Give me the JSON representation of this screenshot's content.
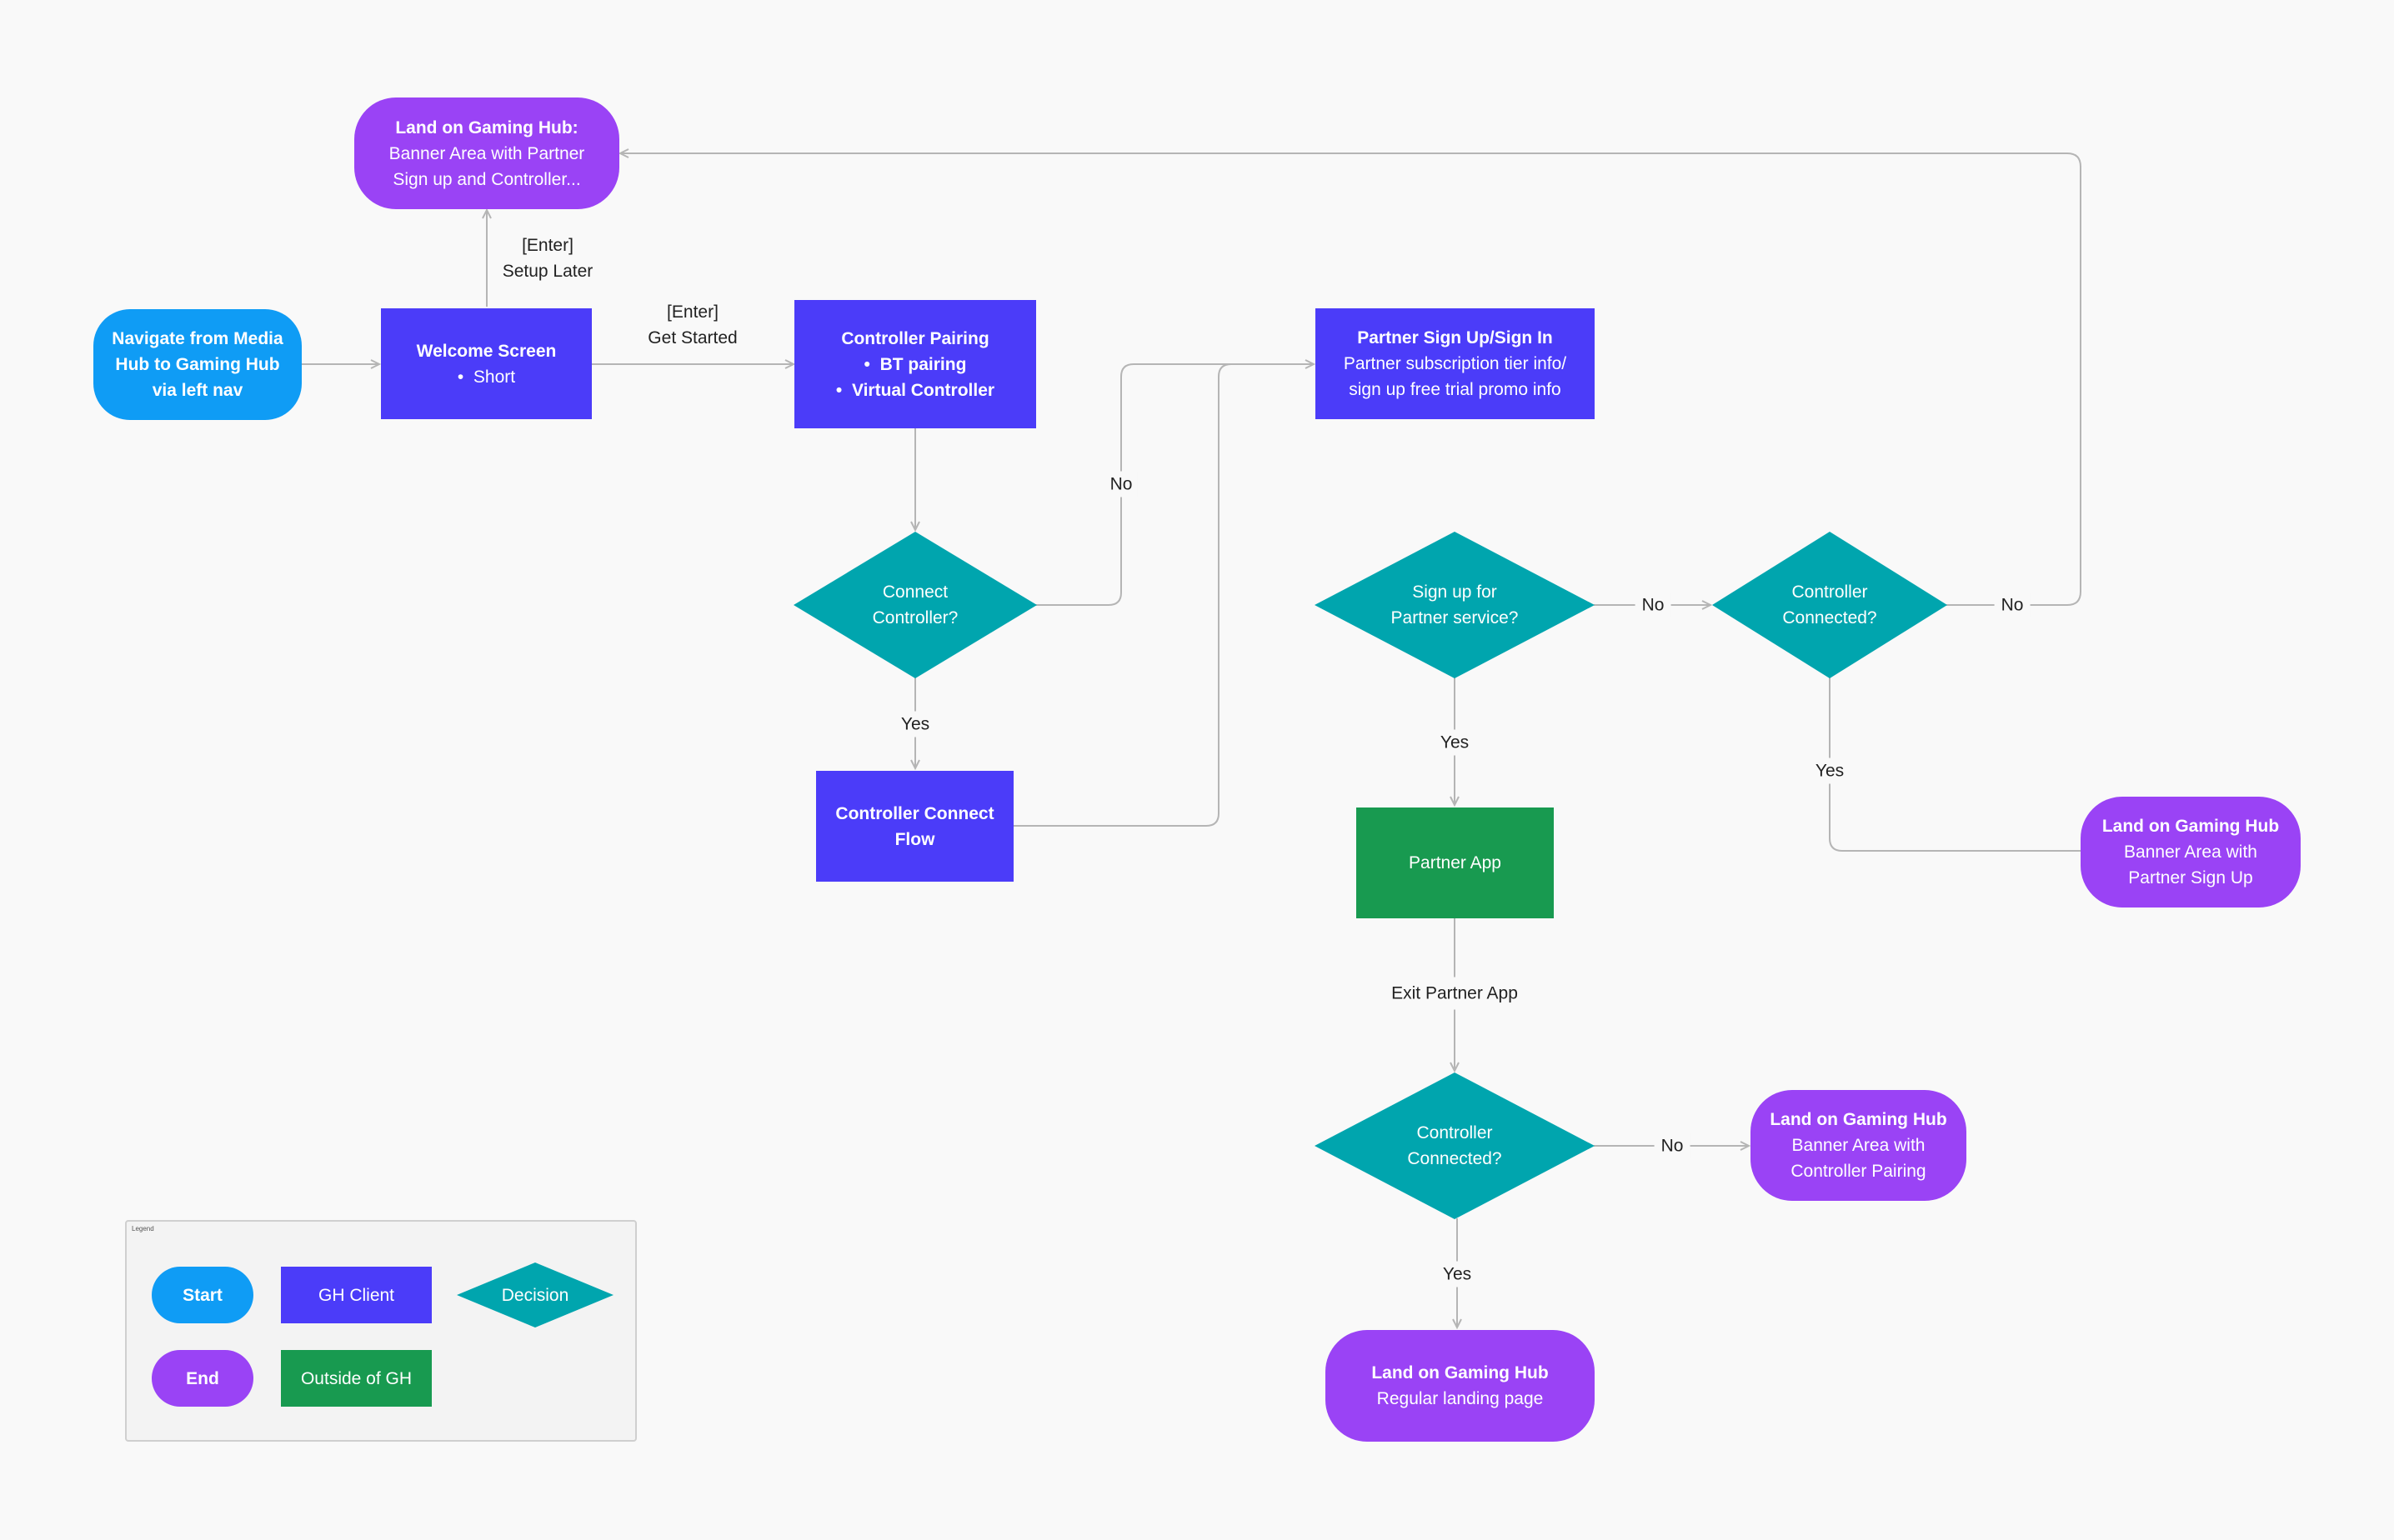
{
  "colors": {
    "start": "#0f9cf5",
    "end": "#9a43f5",
    "gh_client": "#4b3cf9",
    "outside_gh": "#189a50",
    "decision": "#00a5ae",
    "connector": "#b5b5b5"
  },
  "nodes": {
    "navigate": {
      "lines": [
        "Navigate from Media",
        "Hub to Gaming Hub",
        "via left nav"
      ]
    },
    "land_top": {
      "title": "Land on Gaming Hub:",
      "lines": [
        "Banner Area with Partner",
        "Sign up and Controller..."
      ]
    },
    "welcome": {
      "title": "Welcome Screen",
      "bullets": [
        "Short"
      ]
    },
    "controller_pairing": {
      "title": "Controller Pairing",
      "bullets": [
        "BT pairing",
        "Virtual Controller"
      ]
    },
    "partner_signup": {
      "title": "Partner Sign Up/Sign In",
      "lines": [
        "Partner subscription tier info/",
        "sign up free trial promo info"
      ]
    },
    "connect_controller": {
      "lines": [
        "Connect",
        "Controller?"
      ]
    },
    "controller_connect_flow": {
      "lines": [
        "Controller Connect",
        "Flow"
      ]
    },
    "signup_partner": {
      "lines": [
        "Sign up for",
        "Partner service?"
      ]
    },
    "controller_connected_1": {
      "lines": [
        "Controller",
        "Connected?"
      ]
    },
    "land_partner_signup": {
      "title": "Land on Gaming Hub",
      "lines": [
        "Banner Area with",
        "Partner Sign Up"
      ]
    },
    "partner_app": {
      "lines": [
        "Partner App"
      ]
    },
    "controller_connected_2": {
      "lines": [
        "Controller",
        "Connected?"
      ]
    },
    "land_controller_pairing": {
      "title": "Land on Gaming Hub",
      "lines": [
        "Banner Area with",
        "Controller Pairing"
      ]
    },
    "land_regular": {
      "title": "Land on Gaming Hub",
      "lines": [
        "Regular landing page"
      ]
    }
  },
  "edge_labels": {
    "setup_later": [
      "[Enter]",
      "Setup Later"
    ],
    "get_started": [
      "[Enter]",
      "Get Started"
    ],
    "no_connect": "No",
    "yes_connect": "Yes",
    "no_signup": "No",
    "no_connected1": "No",
    "yes_signup": "Yes",
    "yes_connected1": "Yes",
    "exit_partner": "Exit Partner App",
    "no_connected2": "No",
    "yes_connected2": "Yes"
  },
  "legend": {
    "title": "Legend",
    "start": "Start",
    "gh_client": "GH Client",
    "decision": "Decision",
    "end": "End",
    "outside_gh": "Outside of GH"
  }
}
